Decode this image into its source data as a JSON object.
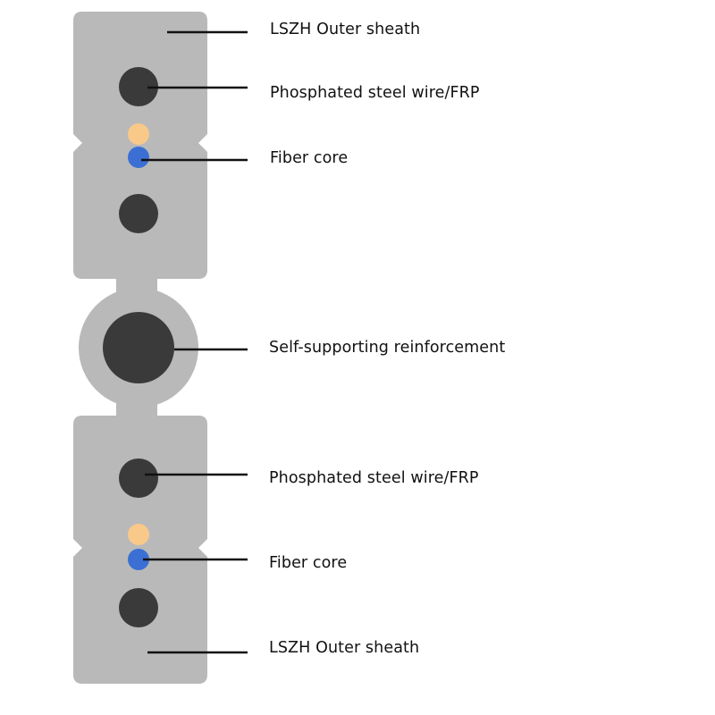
{
  "title": "Self-supporting drop cable cross-section",
  "colors": {
    "sheath": "#b9b9b9",
    "strength_member": "#3a3a3a",
    "fiber_orange": "#f9c98a",
    "fiber_blue": "#3b6fd4",
    "leader_line": "#111111",
    "text": "#111111"
  },
  "labels": [
    {
      "id": "top-sheath",
      "text": "LSZH Outer sheath"
    },
    {
      "id": "top-steel-wire",
      "text": "Phosphated steel wire/FRP"
    },
    {
      "id": "top-fiber-core",
      "text": "Fiber core"
    },
    {
      "id": "reinforcement",
      "text": "Self-supporting reinforcement"
    },
    {
      "id": "bottom-steel-wire",
      "text": "Phosphated steel wire/FRP"
    },
    {
      "id": "bottom-fiber-core",
      "text": "Fiber core"
    },
    {
      "id": "bottom-sheath",
      "text": "LSZH Outer sheath"
    }
  ]
}
